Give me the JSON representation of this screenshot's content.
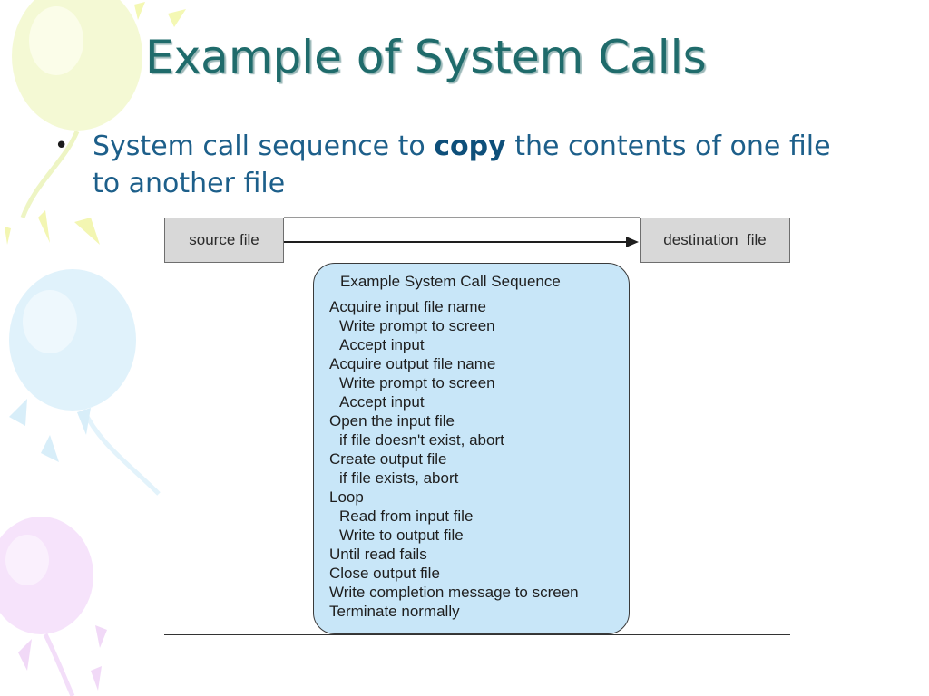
{
  "slide": {
    "title": "Example of System Calls",
    "bullet": {
      "text_before": "System call sequence to ",
      "emphasis": "copy",
      "text_after": " the contents of one file to another file"
    }
  },
  "diagram": {
    "source_label": "source file",
    "destination_label": "destination  file",
    "sequence": {
      "heading": "Example System Call Sequence",
      "steps": [
        {
          "text": "Acquire input file name",
          "indent": false
        },
        {
          "text": "Write prompt to screen",
          "indent": true
        },
        {
          "text": "Accept input",
          "indent": true
        },
        {
          "text": "Acquire output file name",
          "indent": false
        },
        {
          "text": "Write prompt to screen",
          "indent": true
        },
        {
          "text": "Accept input",
          "indent": true
        },
        {
          "text": "Open the input file",
          "indent": false
        },
        {
          "text": "if file doesn't exist, abort",
          "indent": true
        },
        {
          "text": "Create output file",
          "indent": false
        },
        {
          "text": "if file exists, abort",
          "indent": true
        },
        {
          "text": "Loop",
          "indent": false
        },
        {
          "text": "Read from input file",
          "indent": true
        },
        {
          "text": "Write to output file",
          "indent": true
        },
        {
          "text": "Until read fails",
          "indent": false
        },
        {
          "text": "Close output file",
          "indent": false
        },
        {
          "text": "Write completion message to screen",
          "indent": false
        },
        {
          "text": "Terminate normally",
          "indent": false
        }
      ]
    }
  },
  "colors": {
    "title": "#1f6b6b",
    "bullet_text": "#1d5f8a",
    "sequence_fill": "#c8e6f8",
    "file_box_fill": "#d8d8d8"
  }
}
